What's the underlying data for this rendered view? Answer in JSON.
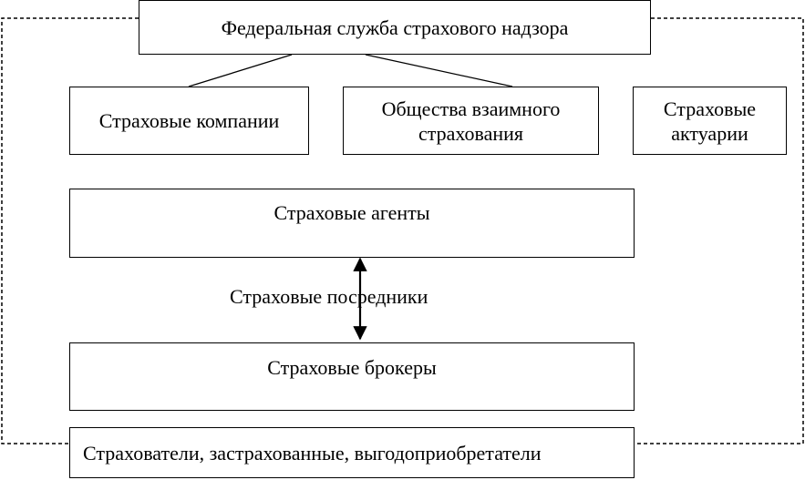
{
  "title": "Федеральная служба страхового надзора",
  "nodes": {
    "insurance_companies": "Страховые компании",
    "mutual_insurance_line1": "Общества взаимного",
    "mutual_insurance_line2": "страхования",
    "actuaries_line1": "Страховые",
    "actuaries_line2": "актуарии",
    "agents": "Страховые агенты",
    "intermediaries": "Страховые посредники",
    "brokers": "Страховые брокеры",
    "policyholders": "Страхователи, застрахованные, выгодоприобретатели"
  }
}
